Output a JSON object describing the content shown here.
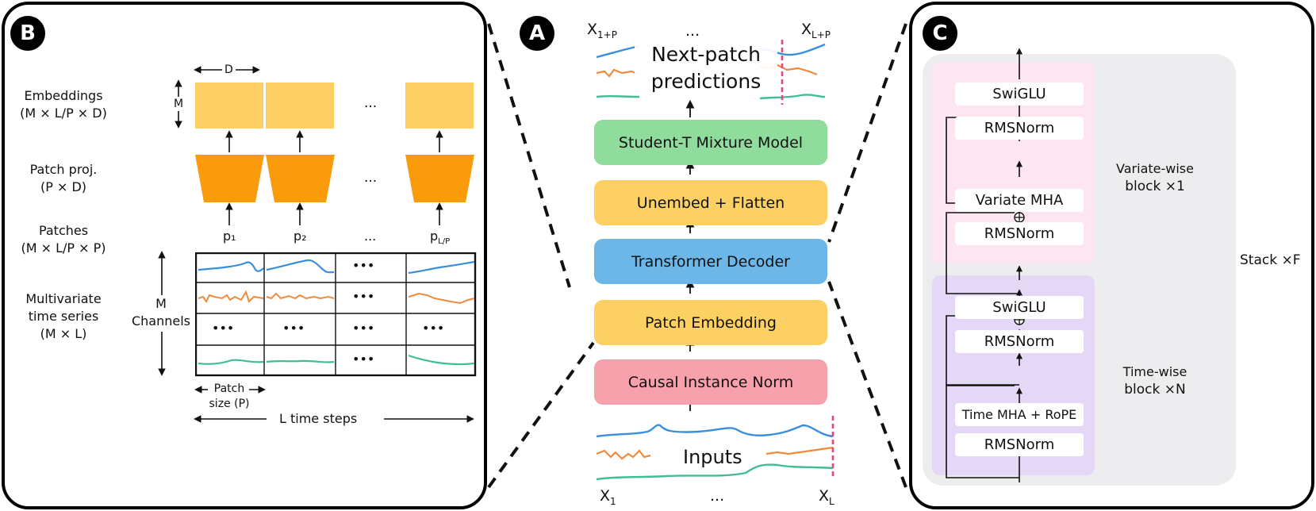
{
  "badges": {
    "a": "A",
    "b": "B",
    "c": "C"
  },
  "panel_b": {
    "row_labels": {
      "embeddings": [
        "Embeddings",
        "(M × L/P ×  D)"
      ],
      "patch_proj": [
        "Patch proj.",
        "(P × D)"
      ],
      "patches": [
        "Patches",
        "(M × L/P × P)"
      ],
      "mts": [
        "Multivariate",
        "time series",
        "(M × L)"
      ]
    },
    "dim_d": "D",
    "dim_m": "M",
    "ellipsis": "...",
    "patch_labels": [
      "p₁",
      "p₂",
      "...",
      "p"
    ],
    "patch_last_sub": "L/P",
    "channels_label": [
      "M",
      "Channels"
    ],
    "grid_dots": "•••",
    "patch_size_label": [
      "Patch",
      "size (P)"
    ],
    "time_steps_label": "L time steps"
  },
  "panel_a": {
    "top_left_label": "X",
    "top_left_sub": "1+P",
    "top_dots": "...",
    "top_right_label": "X",
    "top_right_sub": "L+P",
    "predictions_label": [
      "Next-patch",
      "predictions"
    ],
    "blocks": [
      {
        "label": "Student-T Mixture Model",
        "color": "#8fdc9d"
      },
      {
        "label": "Unembed + Flatten",
        "color": "#fcd062"
      },
      {
        "label": "Transformer Decoder",
        "color": "#6db7e8"
      },
      {
        "label": "Patch Embedding",
        "color": "#fcd062"
      },
      {
        "label": "Causal Instance Norm",
        "color": "#f7a1ac"
      }
    ],
    "inputs_label": "Inputs",
    "bottom_left_label": "X",
    "bottom_left_sub": "1",
    "bottom_dots": "...",
    "bottom_right_label": "X",
    "bottom_right_sub": "L"
  },
  "panel_c": {
    "variate_block": [
      "SwiGLU",
      "RMSNorm",
      "Variate MHA",
      "RMSNorm"
    ],
    "time_block": [
      "SwiGLU",
      "RMSNorm",
      "Time MHA + RoPE",
      "RMSNorm"
    ],
    "variate_label": [
      "Variate-wise",
      "block ×1"
    ],
    "time_label": [
      "Time-wise",
      "block ×N"
    ],
    "stack_label": "Stack ×F",
    "colors": {
      "stack_bg": "#ededf0",
      "variate_bg": "#fde6f1",
      "time_bg": "#e4d8f6"
    }
  },
  "series_colors": {
    "blue": "#3a8fdc",
    "orange": "#f08a3c",
    "green": "#3fbf8f",
    "marker": "#e8458a"
  }
}
